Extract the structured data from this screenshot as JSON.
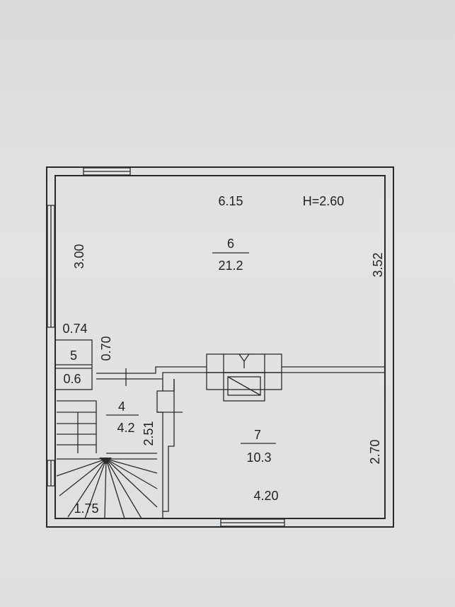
{
  "plan": {
    "room6": {
      "number": "6",
      "area": "21.2",
      "width": "6.15",
      "height_left": "3.00",
      "height_right": "3.52"
    },
    "ceiling": "H=2.60",
    "room5": {
      "number": "5",
      "area": "0.6",
      "width": "0.74",
      "depth": "0.70"
    },
    "room4": {
      "number": "4",
      "area": "4.2",
      "depth": "2.51",
      "stair_width": "1.75"
    },
    "room7": {
      "number": "7",
      "area": "10.3",
      "width": "4.20",
      "depth": "2.70"
    }
  }
}
